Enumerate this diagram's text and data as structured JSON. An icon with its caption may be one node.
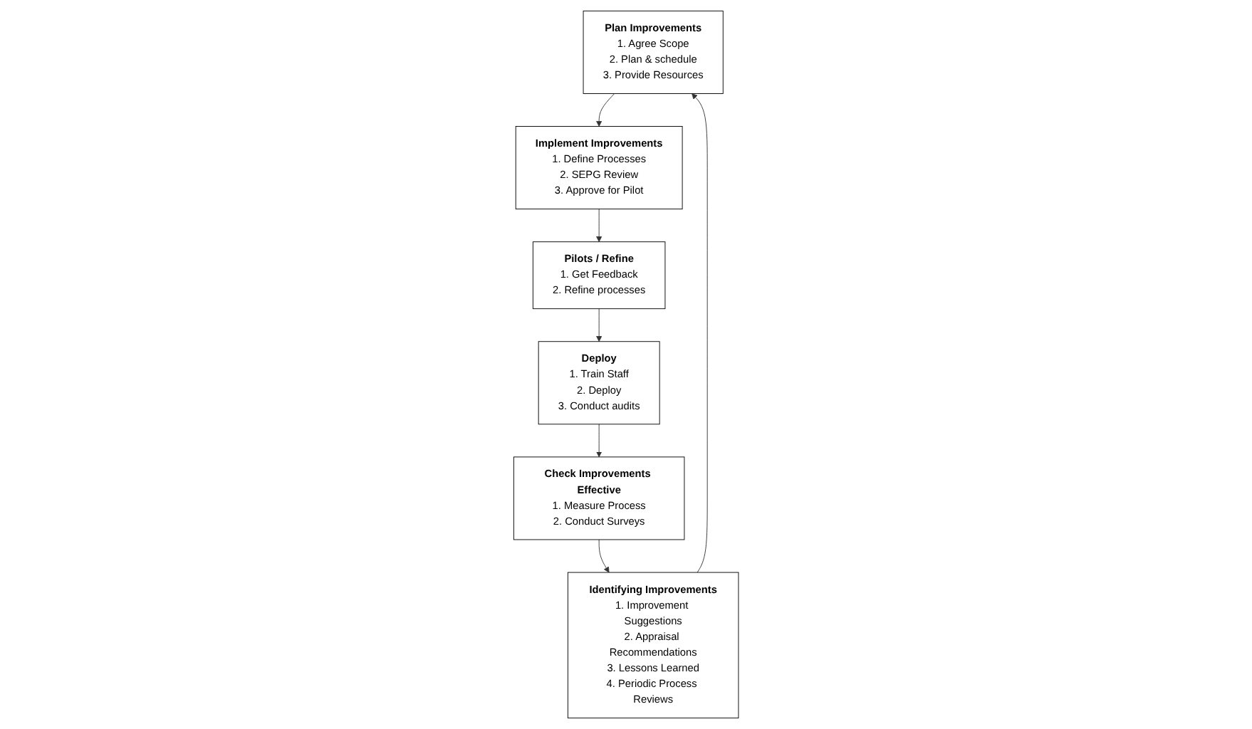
{
  "diagram": {
    "nodes": [
      {
        "text": [
          "Plan Improvements",
          "1. Agree Scope",
          "2. Plan & schedule",
          "3. Provide Resources"
        ]
      },
      {
        "text": [
          "Implement Improvements",
          "1. Define Processes",
          "2. SEPG Review",
          "3. Approve for Pilot"
        ]
      },
      {
        "text": [
          "Pilots / Refine",
          "1. Get Feedback",
          "2. Refine processes"
        ]
      },
      {
        "text": [
          "Deploy",
          "1. Train Staff",
          "2. Deploy",
          "3. Conduct audits"
        ]
      },
      {
        "text": [
          "Check Improvements Effective",
          "1. Measure Process",
          "2. Conduct Surveys"
        ]
      },
      {
        "text": [
          "Identifying Improvements",
          "1. Improvement Suggestions",
          "2. Appraisal Recommendations",
          "3. Lessons Learned",
          "4. Periodic Process Reviews"
        ]
      }
    ],
    "edges": [
      {
        "from": 0,
        "to": 1,
        "arrow": "to"
      },
      {
        "from": 1,
        "to": 2,
        "arrow": "to"
      },
      {
        "from": 2,
        "to": 3,
        "arrow": "to"
      },
      {
        "from": 3,
        "to": 4,
        "arrow": "to"
      },
      {
        "from": 4,
        "to": 5,
        "arrow": "to"
      },
      {
        "from": 5,
        "to": 0,
        "arrow": "to"
      }
    ]
  }
}
